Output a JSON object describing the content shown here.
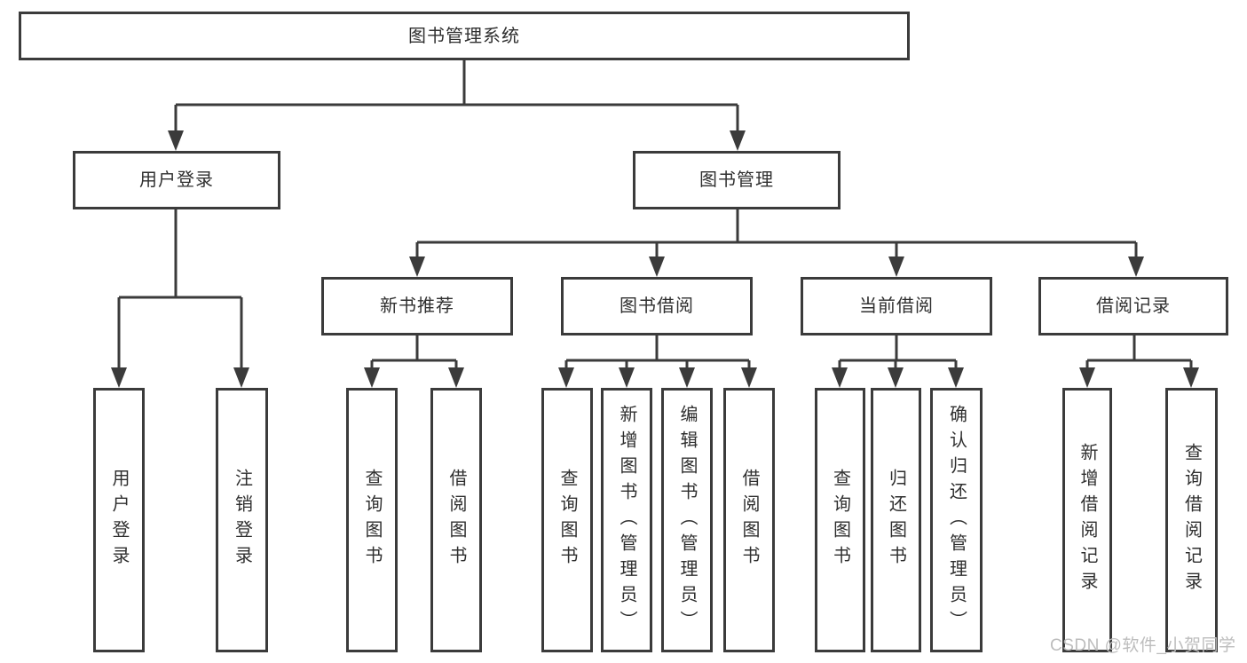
{
  "tree": {
    "root": "图书管理系统",
    "children": [
      {
        "label": "用户登录",
        "children": [
          "用户登录",
          "注销登录"
        ]
      },
      {
        "label": "图书管理",
        "children": [
          {
            "label": "新书推荐",
            "children": [
              "查询图书",
              "借阅图书"
            ]
          },
          {
            "label": "图书借阅",
            "children": [
              "查询图书",
              "新增图书（管理员）",
              "编辑图书（管理员）",
              "借阅图书"
            ]
          },
          {
            "label": "当前借阅",
            "children": [
              "查询图书",
              "归还图书",
              "确认归还（管理员）"
            ]
          },
          {
            "label": "借阅记录",
            "children": [
              "新增借阅记录",
              "查询借阅记录"
            ]
          }
        ]
      }
    ]
  },
  "watermark": "CSDN @软件_小贺同学",
  "colors": {
    "line": "#3b3b3b",
    "box_border": "#3b3b3b",
    "box_fill": "#ffffff",
    "text": "#2f2f2f",
    "watermark": "#bdbdbd"
  }
}
